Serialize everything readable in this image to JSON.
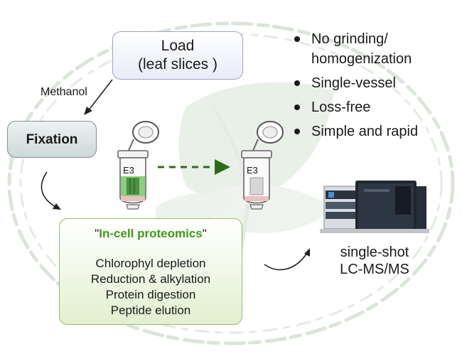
{
  "load": {
    "line1": "Load",
    "line2": "(leaf slices )"
  },
  "methanol": "Methanol",
  "fixation": "Fixation",
  "incell": {
    "quote_open": "\"",
    "title": "In-cell proteomics",
    "quote_close": "\"",
    "steps": [
      "Chlorophyl depletion",
      "Reduction & alkylation",
      "Protein digestion",
      "Peptide elution"
    ]
  },
  "tubes": {
    "left_label": "E3",
    "right_label": "E3"
  },
  "ms": {
    "line1": "single-shot",
    "line2": "LC-MS/MS"
  },
  "bullets": [
    "No grinding/",
    "homogenization",
    "Single-vessel",
    "Loss-free",
    "Simple and rapid"
  ],
  "colors": {
    "accent_green": "#3e9a1a",
    "dashed_arrow": "#2f6b1e",
    "leaf": "#e8efe8",
    "cell_outline": "#d8e3d6"
  }
}
